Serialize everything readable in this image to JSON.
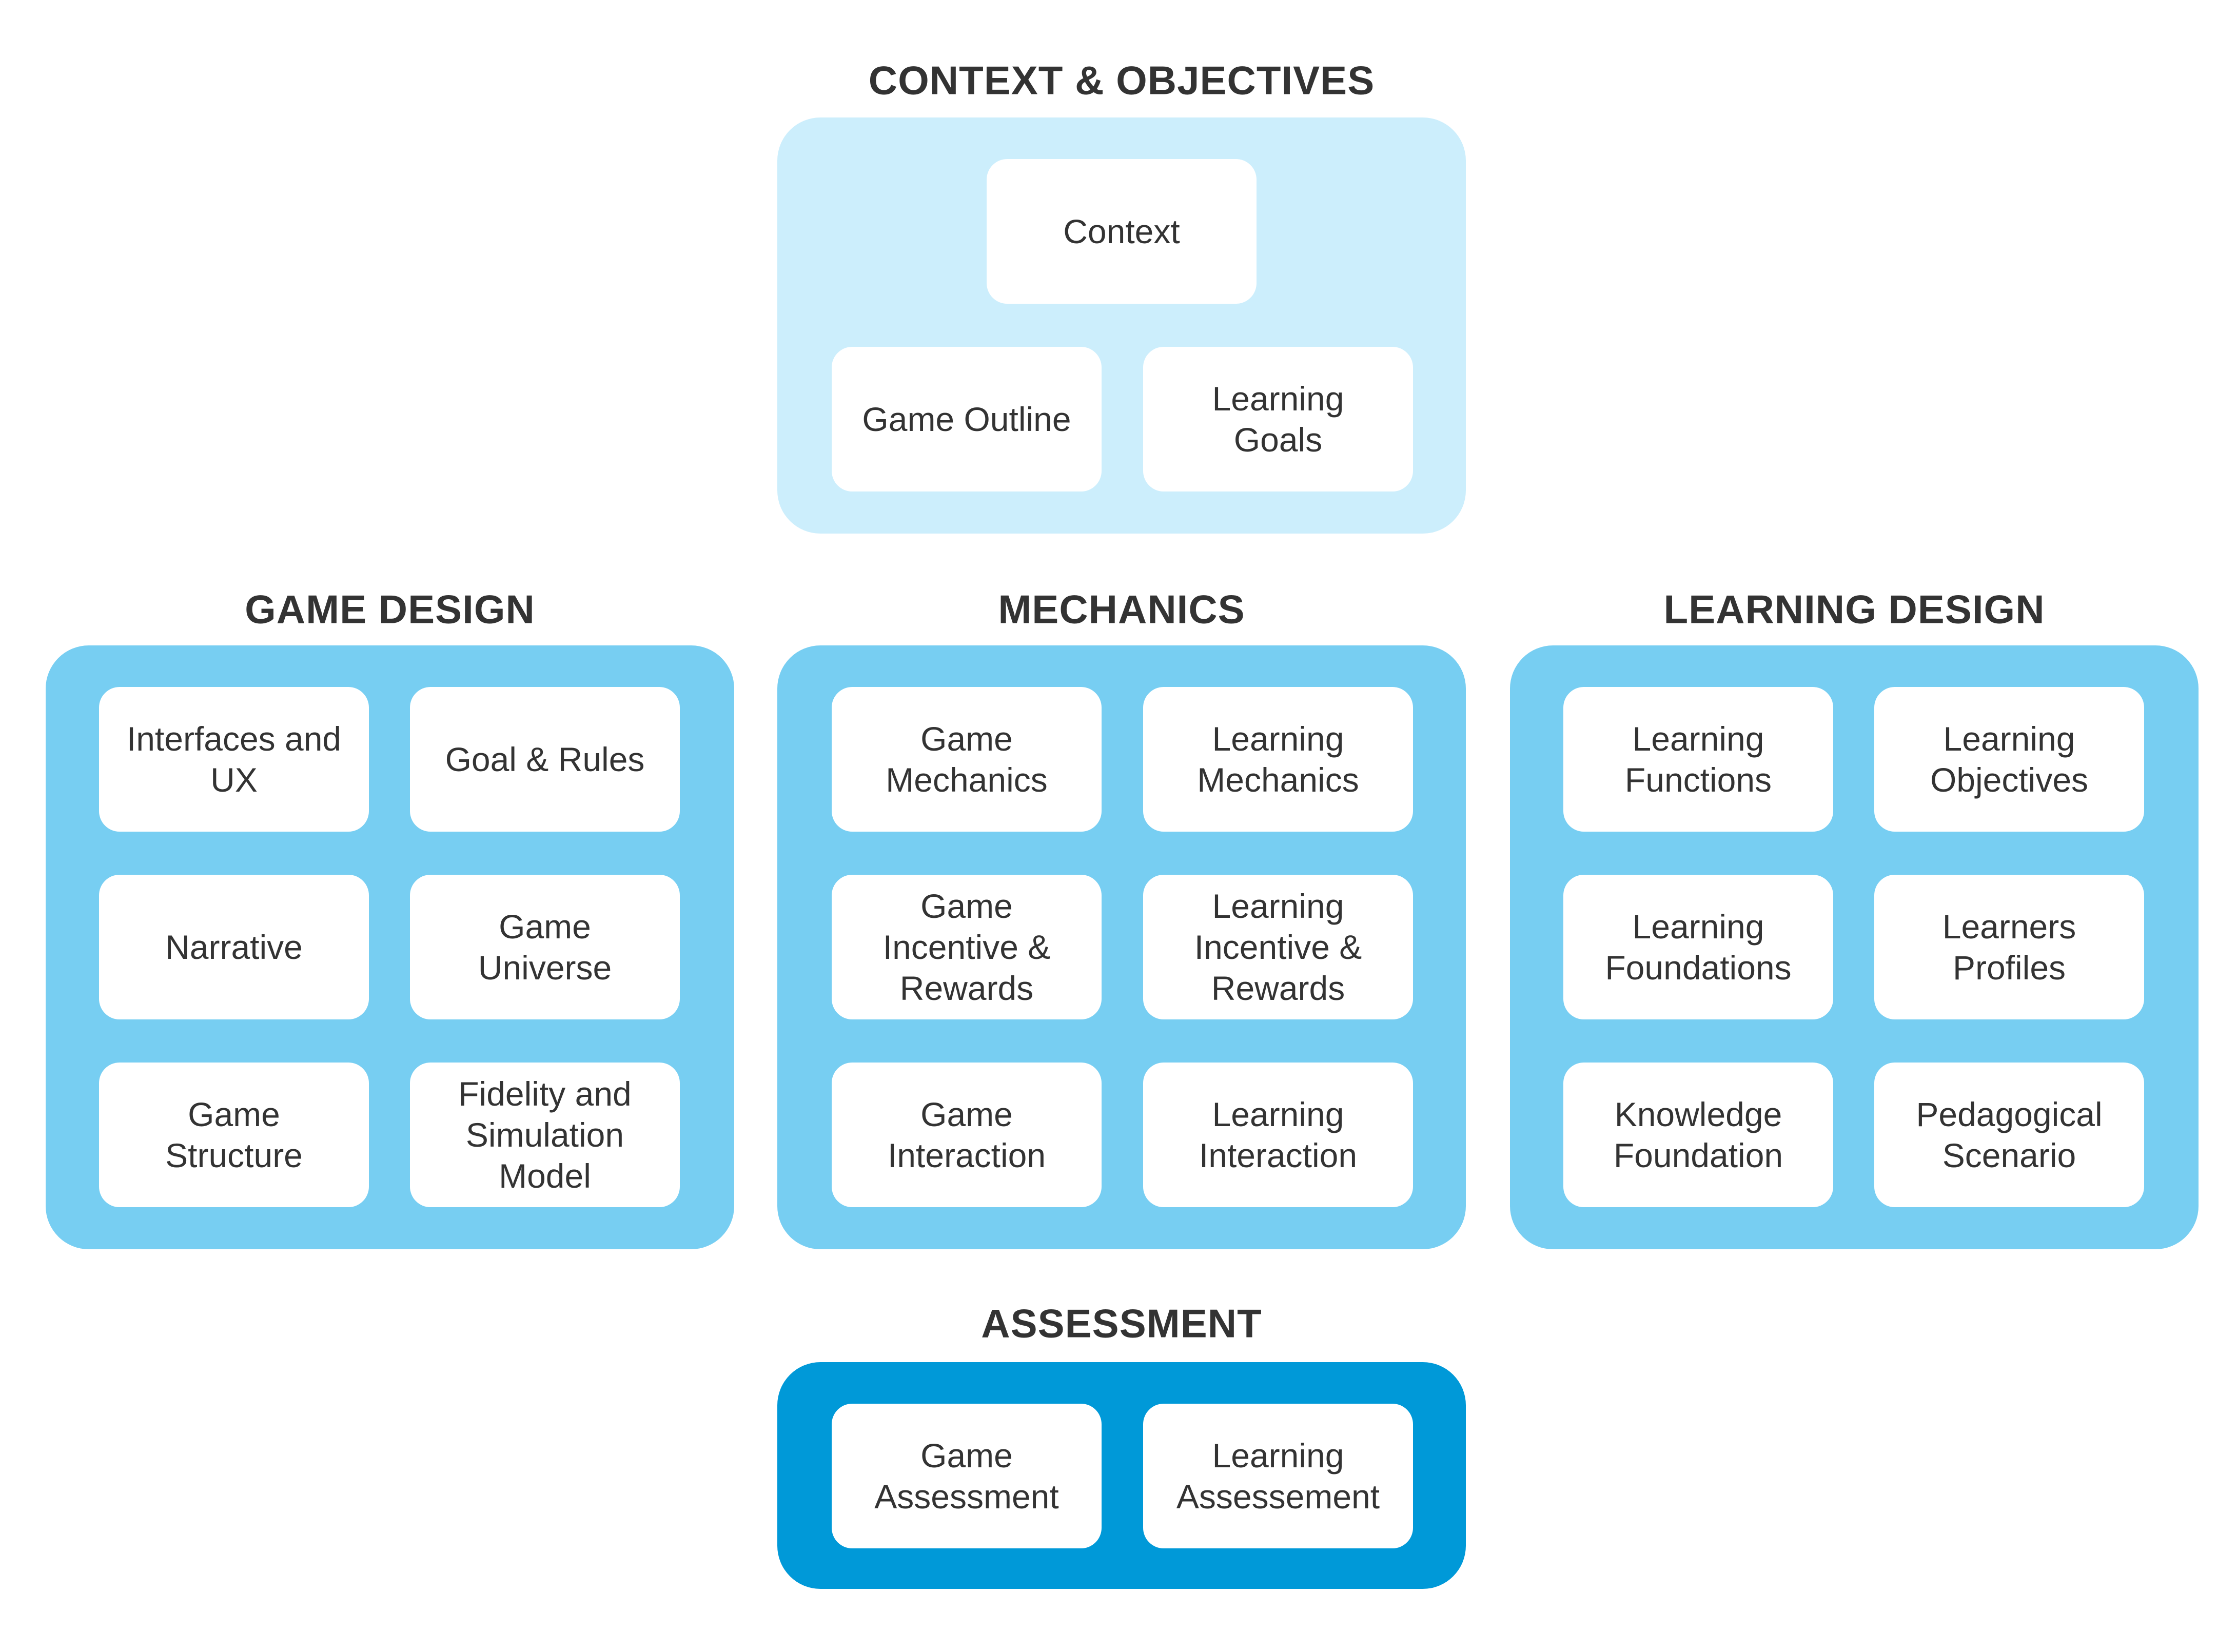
{
  "colors": {
    "context": "#CCEEFC",
    "design": "#77CEF2",
    "assessment": "#0099D8"
  },
  "groups": [
    {
      "id": "context-objectives",
      "title": "CONTEXT & OBJECTIVES",
      "cards": [
        "Context",
        "Game Outline",
        "Learning\nGoals"
      ]
    },
    {
      "id": "game-design",
      "title": "GAME DESIGN",
      "cards": [
        "Interfaces and\nUX",
        "Goal & Rules",
        "Narrative",
        "Game\nUniverse",
        "Game\nStructure",
        "Fidelity and\nSimulation\nModel"
      ]
    },
    {
      "id": "mechanics",
      "title": "MECHANICS",
      "cards": [
        "Game\nMechanics",
        "Learning\nMechanics",
        "Game\nIncentive &\nRewards",
        "Learning\nIncentive &\nRewards",
        "Game\nInteraction",
        "Learning\nInteraction"
      ]
    },
    {
      "id": "learning-design",
      "title": "LEARNING DESIGN",
      "cards": [
        "Learning\nFunctions",
        "Learning\nObjectives",
        "Learning\nFoundations",
        "Learners\nProfiles",
        "Knowledge\nFoundation",
        "Pedagogical\nScenario"
      ]
    },
    {
      "id": "assessment",
      "title": "ASSESSMENT",
      "cards": [
        "Game\nAssessment",
        "Learning\nAssessement"
      ]
    }
  ]
}
